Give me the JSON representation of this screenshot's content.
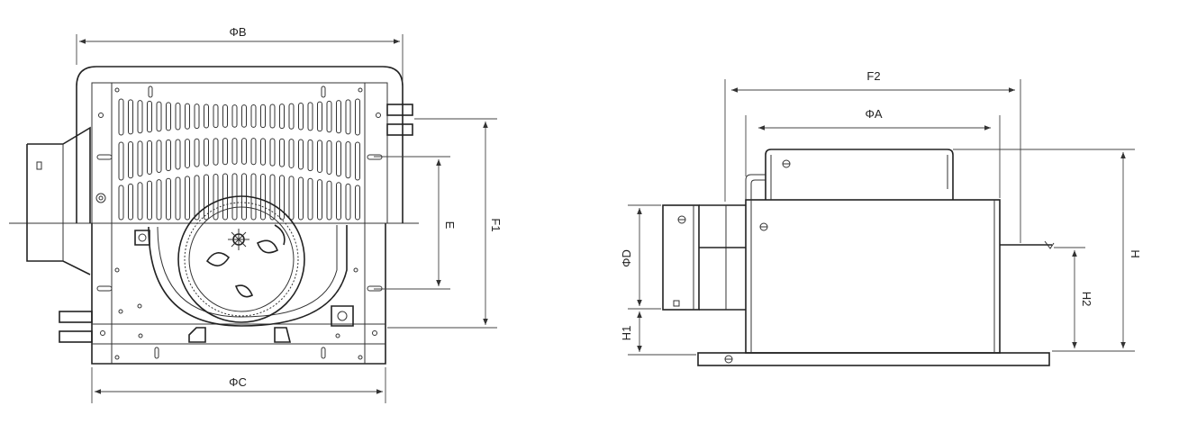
{
  "left_view": {
    "labels": {
      "phi_b": "ΦB",
      "phi_c": "ΦC",
      "e": "E",
      "f1": "F1"
    }
  },
  "right_view": {
    "labels": {
      "f2": "F2",
      "phi_a": "ΦA",
      "phi_d": "ΦD",
      "h": "H",
      "h1": "H1",
      "h2": "H2"
    }
  },
  "colors": {
    "line": "#222222",
    "background": "#ffffff"
  }
}
